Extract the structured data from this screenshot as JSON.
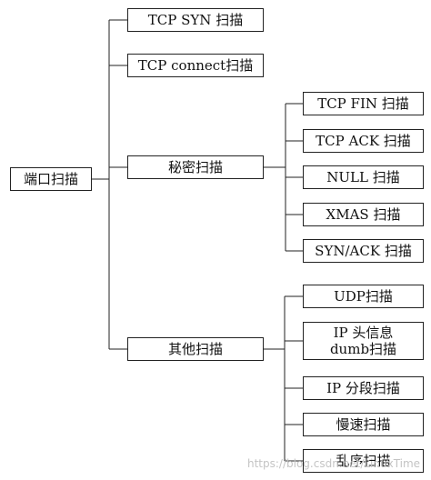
{
  "root": {
    "label": "端口扫描"
  },
  "level1": [
    {
      "label": "TCP SYN 扫描"
    },
    {
      "label": "TCP connect扫描"
    },
    {
      "label": "秘密扫描"
    },
    {
      "label": "其他扫描"
    }
  ],
  "secret_children": [
    {
      "label": "TCP FIN 扫描"
    },
    {
      "label": "TCP ACK 扫描"
    },
    {
      "label": "NULL 扫描"
    },
    {
      "label": "XMAS 扫描"
    },
    {
      "label": "SYN/ACK 扫描"
    }
  ],
  "other_children": [
    {
      "label": "UDP扫描"
    },
    {
      "line1": "IP 头信息",
      "line2": "dumb扫描"
    },
    {
      "label": "IP 分段扫描"
    },
    {
      "label": "慢速扫描"
    },
    {
      "label": "乱序扫描"
    }
  ],
  "watermark": "https://blog.csdn.net/LinuxTime"
}
